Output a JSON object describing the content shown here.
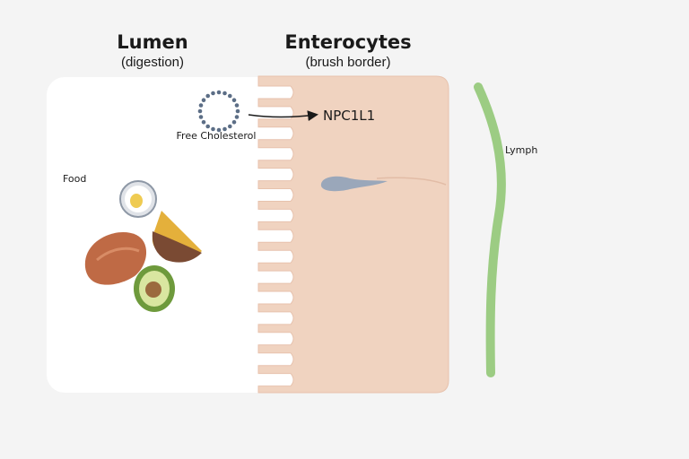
{
  "lumen": {
    "title": "Lumen",
    "subtitle": "(digestion)"
  },
  "enterocytes": {
    "title": "Enterocytes",
    "subtitle": "(brush border)"
  },
  "labels": {
    "free_cholesterol": "Free Cholesterol",
    "transporter": "NPC1L1",
    "food": "Food",
    "lymph": "Lymph"
  },
  "food_items": [
    "egg",
    "cheese-wedge",
    "meat",
    "avocado"
  ],
  "colors": {
    "background": "#f4f4f4",
    "lumen_panel": "#ffffff",
    "enterocyte": "#f0d3c0",
    "enterocyte_border": "#e7c2ad",
    "micelle_dots": "#5c6e86",
    "lipid_droplet": "#9aa7ba",
    "lymph_vessel": "#9ccc83",
    "text": "#1a1a1a"
  }
}
